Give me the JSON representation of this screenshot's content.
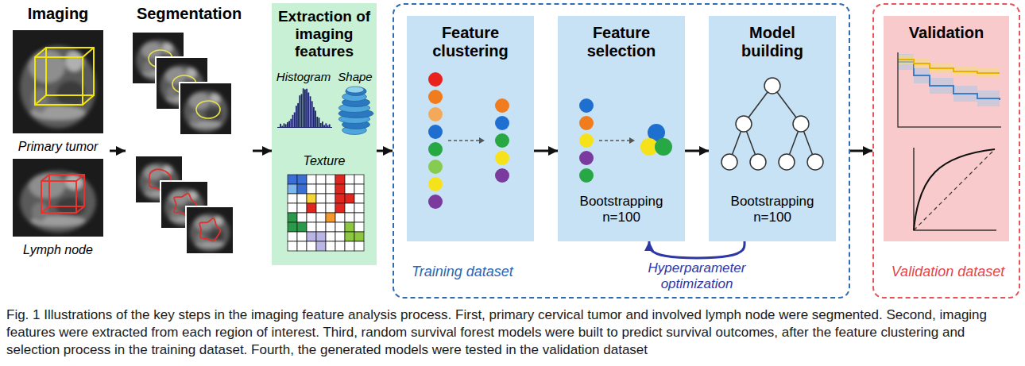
{
  "diagram": {
    "caption": "Fig. 1 Illustrations of the key steps in the imaging feature analysis process. First, primary cervical tumor and involved lymph node were segmented. Second, imaging features were extracted from each region of interest. Third, random survival forest models were built to predict survival outcomes, after the feature clustering and selection process in the training dataset. Fourth, the generated models were tested in the validation dataset",
    "nodes": [
      {
        "text": [
          "Imaging",
          "Primary tumor",
          "Lymph node"
        ]
      },
      {
        "text": [
          "Segmentation"
        ]
      },
      {
        "text": [
          "Extraction of imaging features",
          "Histogram",
          "Shape",
          "Texture"
        ]
      },
      {
        "text": [
          "Training dataset"
        ]
      },
      {
        "text": [
          "Feature clustering"
        ],
        "in": 3
      },
      {
        "text": [
          "Feature selection",
          "Bootstrapping n=100"
        ],
        "in": 3
      },
      {
        "text": [
          "Model building",
          "Bootstrapping n=100"
        ],
        "in": 3
      },
      {
        "text": [
          "Validation dataset"
        ]
      },
      {
        "text": [
          "Validation"
        ],
        "in": 7
      }
    ],
    "edges": [
      {
        "from": 0,
        "to": 1,
        "arrow": "to"
      },
      {
        "from": 1,
        "to": 2,
        "arrow": "to"
      },
      {
        "from": 2,
        "to": 3,
        "arrow": "to"
      },
      {
        "from": 4,
        "to": 5,
        "arrow": "to"
      },
      {
        "from": 5,
        "to": 6,
        "arrow": "to"
      },
      {
        "from": 6,
        "to": 5,
        "arrow": "to",
        "label": "Hyperparameter optimization"
      },
      {
        "from": 3,
        "to": 7,
        "arrow": "to"
      }
    ]
  }
}
